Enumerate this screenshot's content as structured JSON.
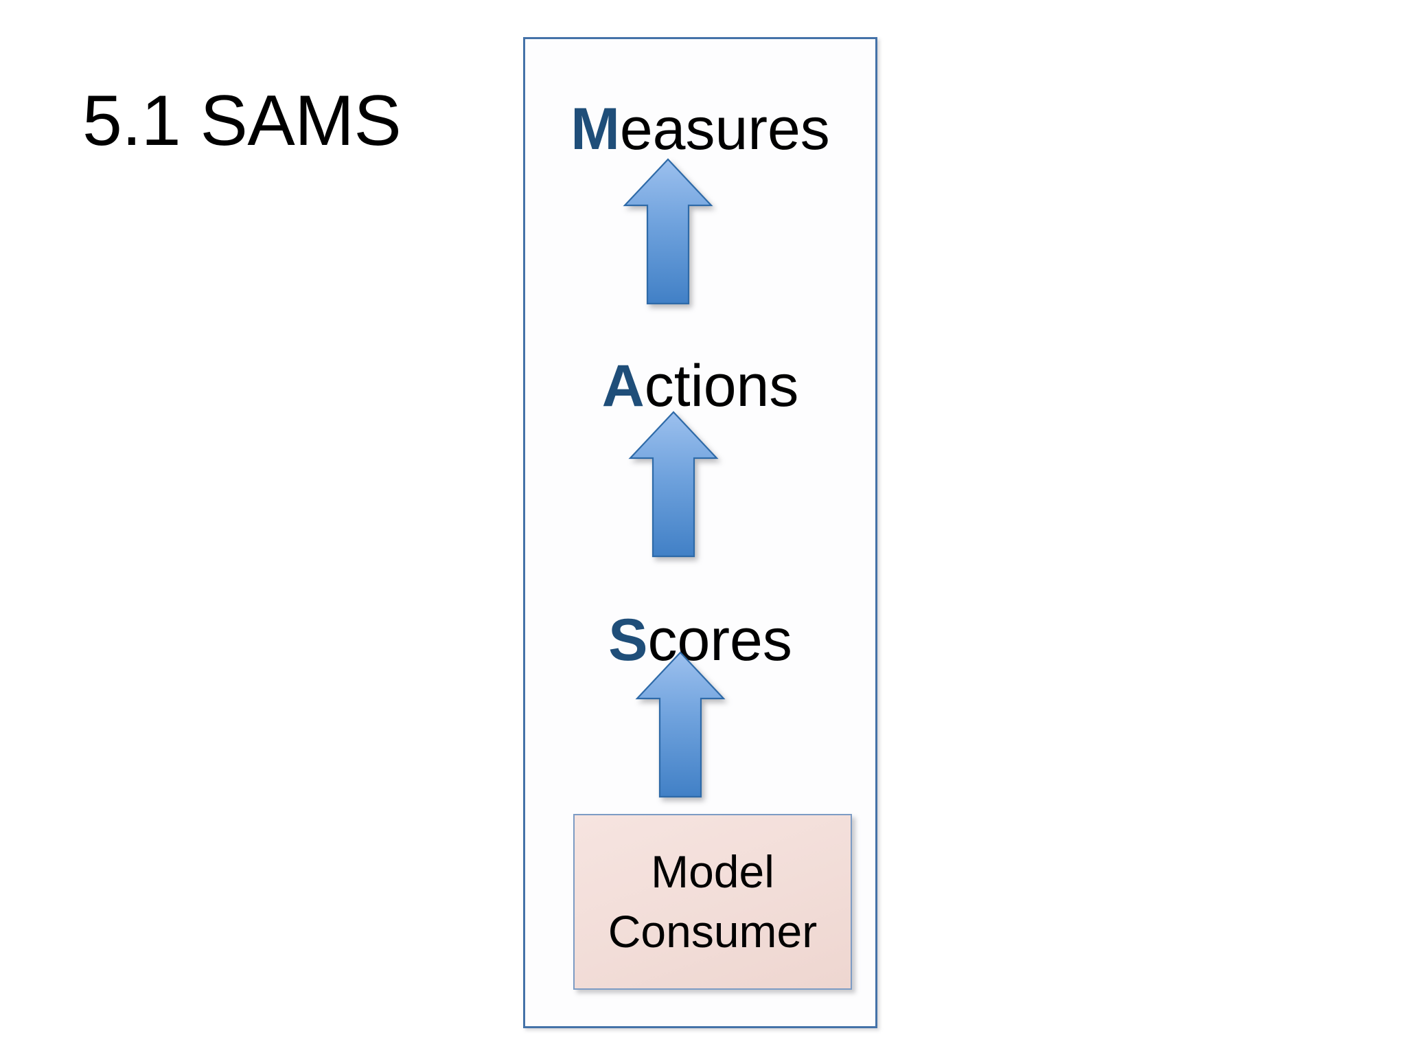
{
  "slide": {
    "title": "5.1 SAMS",
    "background_color": "#FFFFFF"
  },
  "panel": {
    "border_color": "#4472A8",
    "fill_color": "#FDFDFE"
  },
  "stages": [
    {
      "id": "measures",
      "initial": "M",
      "rest": "easures",
      "full_label": "Measures",
      "initial_color": "#1F4E79",
      "text_color": "#000000"
    },
    {
      "id": "actions",
      "initial": "A",
      "rest": "ctions",
      "full_label": "Actions",
      "initial_color": "#1F4E79",
      "text_color": "#000000"
    },
    {
      "id": "scores",
      "initial": "S",
      "rest": "cores",
      "full_label": "Scores",
      "initial_color": "#1F4E79",
      "text_color": "#000000"
    }
  ],
  "arrows": [
    {
      "id": "arrow-to-measures",
      "direction": "up",
      "gradient_top": "#9CC0EE",
      "gradient_bottom": "#4180C6"
    },
    {
      "id": "arrow-to-actions",
      "direction": "up",
      "gradient_top": "#9CC0EE",
      "gradient_bottom": "#4180C6"
    },
    {
      "id": "arrow-to-scores",
      "direction": "up",
      "gradient_top": "#9CC0EE",
      "gradient_bottom": "#4180C6"
    }
  ],
  "source_box": {
    "line1": "Model",
    "line2": "Consumer",
    "full_label": "Model Consumer",
    "fill_color": "#F2DDD8",
    "border_color": "#7C9BC4",
    "text_color": "#000000"
  }
}
